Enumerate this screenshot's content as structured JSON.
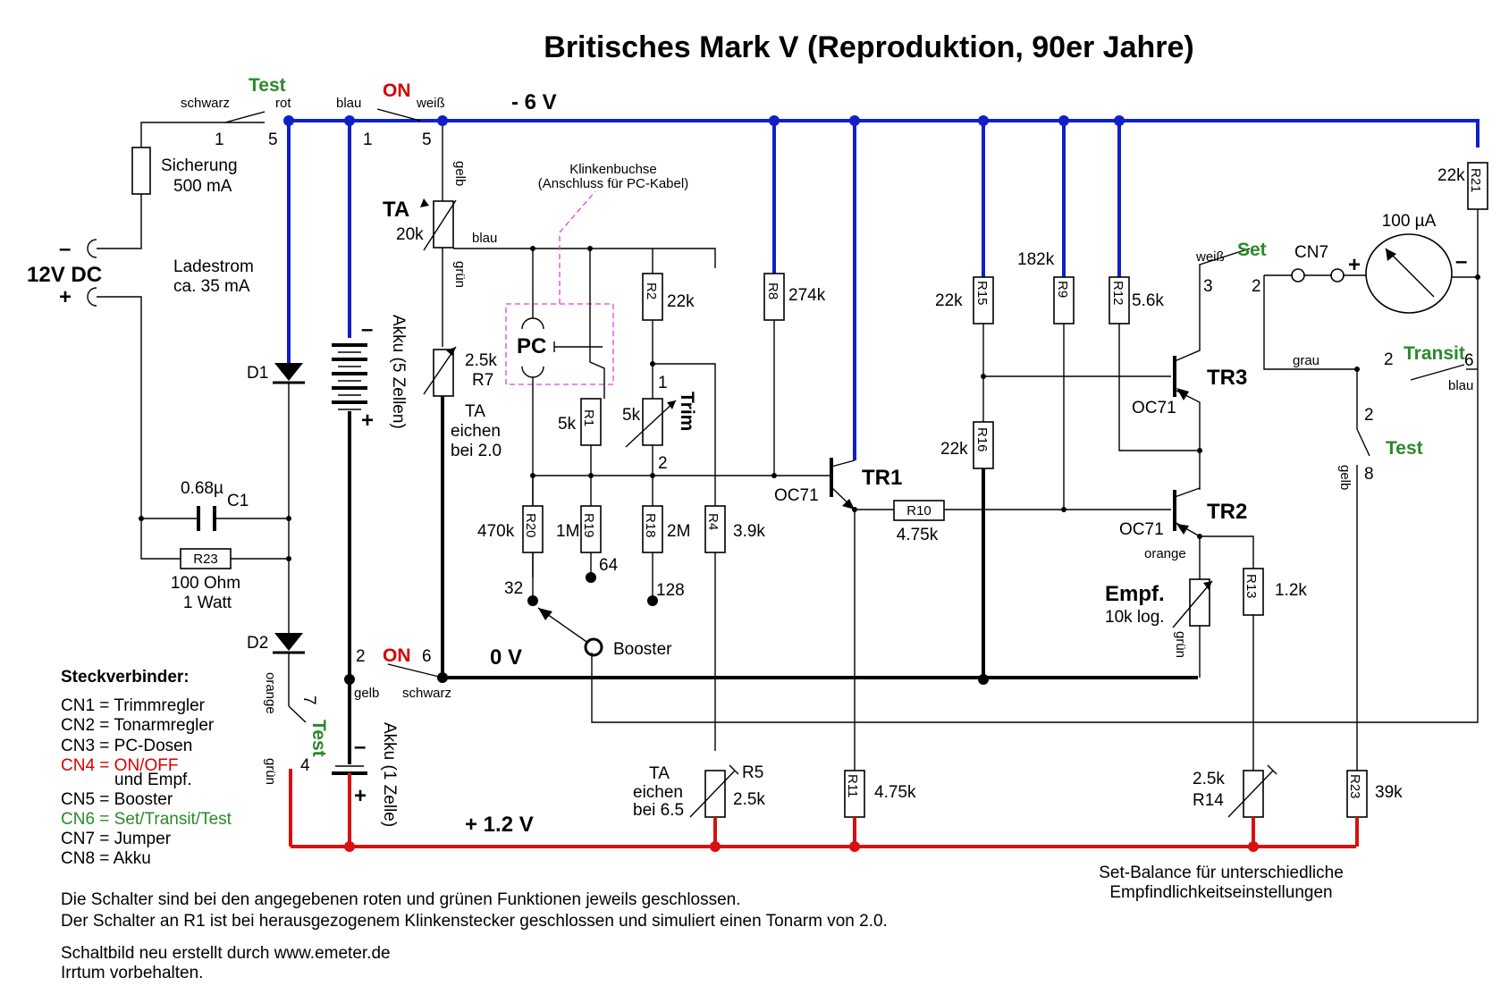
{
  "title": "Britisches Mark V  (Reproduktion, 90er Jahre)",
  "rails": {
    "neg6v": "- 6 V",
    "zero": "0 V",
    "pos12v": "+ 1.2 V"
  },
  "power": {
    "dc": "12V DC",
    "minus": "–",
    "plus": "+",
    "fuse_label": "Sicherung",
    "fuse_value": "500 mA",
    "charge_1": "Ladestrom",
    "charge_2": "ca. 35 mA"
  },
  "switch_top": {
    "wire_schwarz": "schwarz",
    "test": "Test",
    "wire_rot": "rot",
    "wire_blau": "blau",
    "on": "ON",
    "wire_weiss": "weiß",
    "p1": "1",
    "p5": "5",
    "p1b": "1",
    "p5b": "5"
  },
  "diodes": {
    "d1": "D1",
    "d2": "D2"
  },
  "c1": {
    "value": "0.68µ",
    "name": "C1"
  },
  "r23a": {
    "name": "R23",
    "value1": "100 Ohm",
    "value2": "1 Watt"
  },
  "akku5": {
    "label": "Akku (5 Zellen)",
    "minus": "–",
    "plus": "+"
  },
  "akku1": {
    "label": "Akku (1 Zelle)",
    "minus": "–",
    "plus": "+"
  },
  "switch_bottom": {
    "p2": "2",
    "on": "ON",
    "p6": "6",
    "wire_gelb": "gelb",
    "wire_schwarz": "schwarz"
  },
  "switch_test_left": {
    "wire_orange": "orange",
    "p7": "7",
    "test": "Test",
    "wire_gruen": "grün",
    "p4": "4"
  },
  "ta": {
    "label": "TA",
    "value": "20k",
    "wire_gelb": "gelb",
    "wire_blau": "blau",
    "wire_gruen": "grün"
  },
  "r7": {
    "value": "2.5k",
    "name": "R7",
    "note1": "TA",
    "note2": "eichen",
    "note3": "bei 2.0"
  },
  "jack": {
    "label1": "Klinkenbuchse",
    "label2": "(Anschluss für PC-Kabel)",
    "pc": "PC"
  },
  "r2": {
    "name": "R2",
    "value": "22k"
  },
  "r1": {
    "name": "R1",
    "value": "5k"
  },
  "trim": {
    "label": "Trim",
    "value": "5k",
    "p1": "1",
    "p2": "2"
  },
  "r8": {
    "name": "R8",
    "value": "274k"
  },
  "r20": {
    "name": "R20",
    "value": "470k"
  },
  "r19": {
    "name": "R19",
    "value": "1M",
    "tap": "64"
  },
  "r18": {
    "name": "R18",
    "value": "2M",
    "tap": "128"
  },
  "r4": {
    "name": "R4",
    "value": "3.9k"
  },
  "booster": {
    "label": "Booster",
    "tap": "32"
  },
  "tr1": {
    "name": "TR1",
    "type": "OC71"
  },
  "r10": {
    "name": "R10",
    "value": "4.75k"
  },
  "r15": {
    "name": "R15",
    "value": "22k"
  },
  "r9": {
    "name": "R9",
    "value": "182k"
  },
  "r12": {
    "name": "R12",
    "value": "5.6k"
  },
  "r16": {
    "name": "R16",
    "value": "22k"
  },
  "tr3": {
    "name": "TR3",
    "type": "OC71"
  },
  "tr2": {
    "name": "TR2",
    "type": "OC71",
    "wire_orange": "orange"
  },
  "empf": {
    "label": "Empf.",
    "value": "10k log.",
    "wire_gruen": "grün"
  },
  "r13": {
    "name": "R13",
    "value": "1.2k"
  },
  "r21": {
    "name": "R21",
    "value": "22k"
  },
  "meter": {
    "value": "100 µA",
    "plus": "+",
    "minus": "–"
  },
  "set_switch": {
    "wire_weiss": "weiß",
    "set": "Set",
    "p3": "3",
    "p2": "2",
    "cn7": "CN7"
  },
  "transit_switch": {
    "wire_grau": "grau",
    "p2": "2",
    "transit": "Transit",
    "p6": "6",
    "wire_blau": "blau"
  },
  "test_switch_right": {
    "p2": "2",
    "test": "Test",
    "wire_gelb": "gelb",
    "p8": "8"
  },
  "r5": {
    "note1": "TA",
    "note2": "eichen",
    "note3": "bei 6.5",
    "name": "R5",
    "value": "2.5k"
  },
  "r11": {
    "name": "R11",
    "value": "4.75k"
  },
  "r14": {
    "value": "2.5k",
    "name": "R14"
  },
  "r23b": {
    "name": "R23",
    "value": "39k"
  },
  "set_balance": {
    "line1": "Set-Balance für unterschiedliche",
    "line2": "Empfindlichkeitseinstellungen"
  },
  "legend": {
    "title": "Steckverbinder:",
    "cn1": "CN1 = Trimmregler",
    "cn2": "CN2 = Tonarmregler",
    "cn3": "CN3 = PC-Dosen",
    "cn4": "CN4 = ON/OFF",
    "cn4b": "und Empf.",
    "cn5": "CN5 = Booster",
    "cn6": "CN6 = Set/Transit/Test",
    "cn7": "CN7 = Jumper",
    "cn8": "CN8 = Akku"
  },
  "notes": {
    "line1": "Die Schalter sind bei den angegebenen roten und grünen Funktionen jeweils geschlossen.",
    "line2": "Der Schalter an R1 ist bei herausgezogenem Klinkenstecker geschlossen und simuliert einen Tonarm von 2.0.",
    "line3": "Schaltbild neu erstellt durch www.emeter.de",
    "line4": "Irrtum vorbehalten."
  },
  "colors": {
    "rail_negative": "#1020c8",
    "rail_positive": "#d81010",
    "switch_on": "#d80000",
    "switch_test": "#2a8a2a",
    "jack_outline": "#e040e0"
  }
}
